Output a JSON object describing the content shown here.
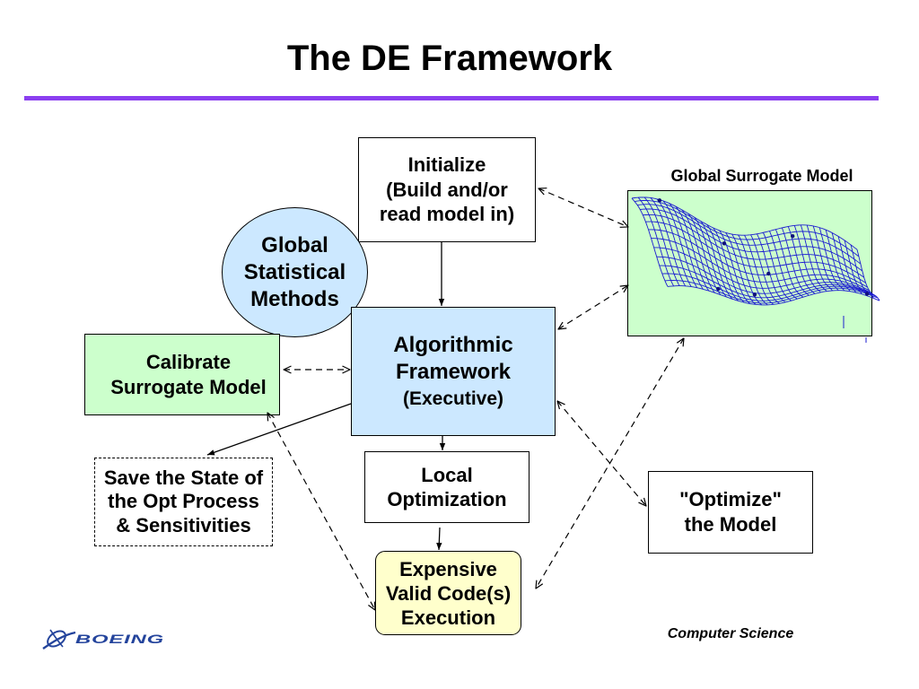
{
  "slide": {
    "title": "The DE Framework"
  },
  "nodes": {
    "initialize": {
      "lines": [
        "Initialize",
        "(Build and/or",
        "read model in)"
      ]
    },
    "global_statistical_methods": {
      "lines": [
        "Global",
        "Statistical",
        "Methods"
      ]
    },
    "algorithmic_framework": {
      "lines": [
        "Algorithmic",
        "Framework"
      ],
      "subtitle": "(Executive)"
    },
    "calibrate_surrogate": {
      "lines": [
        "Calibrate",
        "Surrogate Model"
      ]
    },
    "global_surrogate_model": {
      "label": "Global Surrogate Model"
    },
    "save_state": {
      "lines": [
        "Save the State of",
        "the Opt Process",
        "& Sensitivities"
      ]
    },
    "local_optimization": {
      "lines": [
        "Local",
        "Optimization"
      ]
    },
    "expensive_execution": {
      "lines": [
        "Expensive",
        "Valid Code(s)",
        "Execution"
      ]
    },
    "optimize_model": {
      "lines": [
        "\"Optimize\"",
        "the Model"
      ]
    }
  },
  "footer": {
    "logo_text": "BOEING",
    "department": "Computer Science"
  },
  "colors": {
    "title_rule": "#8b3ff0",
    "blue_fill": "#cce8ff",
    "green_fill": "#ccffcc",
    "yellow_fill": "#ffffcc",
    "mesh_blue": "#1c1cd0",
    "logo_blue": "#24449c"
  }
}
